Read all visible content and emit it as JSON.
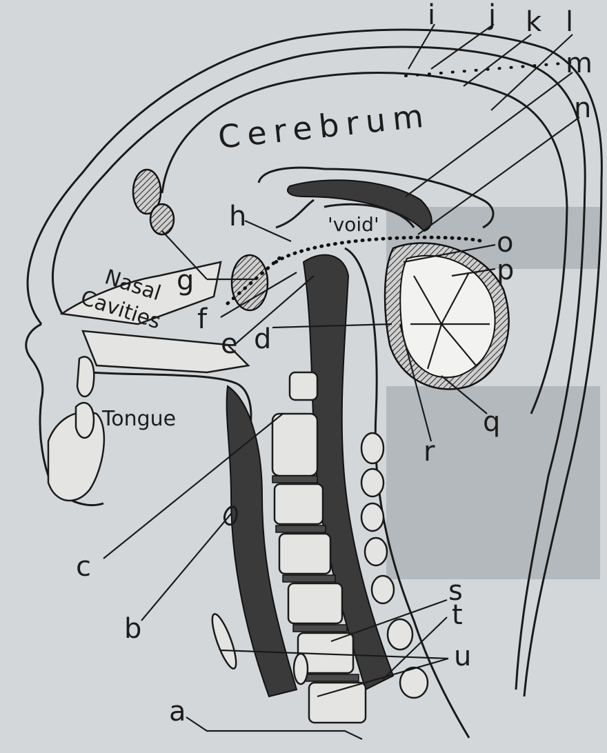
{
  "regions": {
    "cerebrum": "Cerebrum",
    "void": "'void'",
    "nasal_line1": "Nasal",
    "nasal_line2": "Cavities",
    "tongue": "Tongue"
  },
  "labels": {
    "a": "a",
    "b": "b",
    "c": "c",
    "d": "d",
    "e": "e",
    "f": "f",
    "g": "g",
    "h": "h",
    "i": "i",
    "j": "j",
    "k": "k",
    "l": "l",
    "m": "m",
    "n": "n",
    "o": "o",
    "p": "p",
    "q": "q",
    "r": "r",
    "s": "s",
    "t": "t",
    "u": "u"
  },
  "colors": {
    "background": "#d3d7da",
    "ink": "#1a1a1a",
    "shading": "#3a3a3a"
  }
}
